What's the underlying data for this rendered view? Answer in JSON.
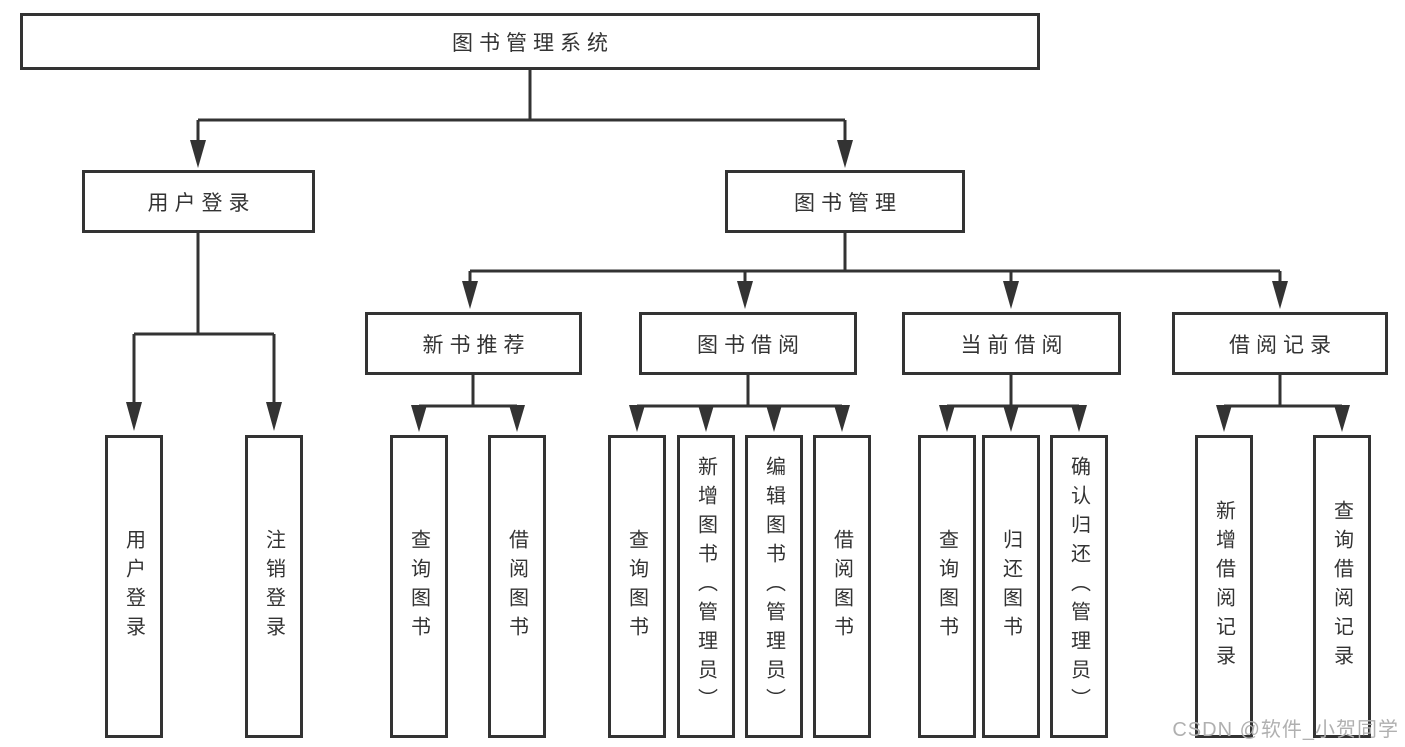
{
  "diagram_type": "hierarchy-tree",
  "colors": {
    "line": "#333333",
    "box_border": "#333333",
    "box_fill": "#ffffff",
    "text": "#333333",
    "watermark": "#b0b0b0",
    "background": "#ffffff"
  },
  "tree": {
    "label": "图书管理系统",
    "children": [
      {
        "label": "用户登录",
        "children": [
          {
            "label": "用户登录"
          },
          {
            "label": "注销登录"
          }
        ]
      },
      {
        "label": "图书管理",
        "children": [
          {
            "label": "新书推荐",
            "children": [
              {
                "label": "查询图书"
              },
              {
                "label": "借阅图书"
              }
            ]
          },
          {
            "label": "图书借阅",
            "children": [
              {
                "label": "查询图书"
              },
              {
                "label": "新增图书（管理员）"
              },
              {
                "label": "编辑图书（管理员）"
              },
              {
                "label": "借阅图书"
              }
            ]
          },
          {
            "label": "当前借阅",
            "children": [
              {
                "label": "查询图书"
              },
              {
                "label": "归还图书"
              },
              {
                "label": "确认归还（管理员）"
              }
            ]
          },
          {
            "label": "借阅记录",
            "children": [
              {
                "label": "新增借阅记录"
              },
              {
                "label": "查询借阅记录"
              }
            ]
          }
        ]
      }
    ]
  },
  "watermark": {
    "text": "CSDN @软件_小贺同学"
  }
}
